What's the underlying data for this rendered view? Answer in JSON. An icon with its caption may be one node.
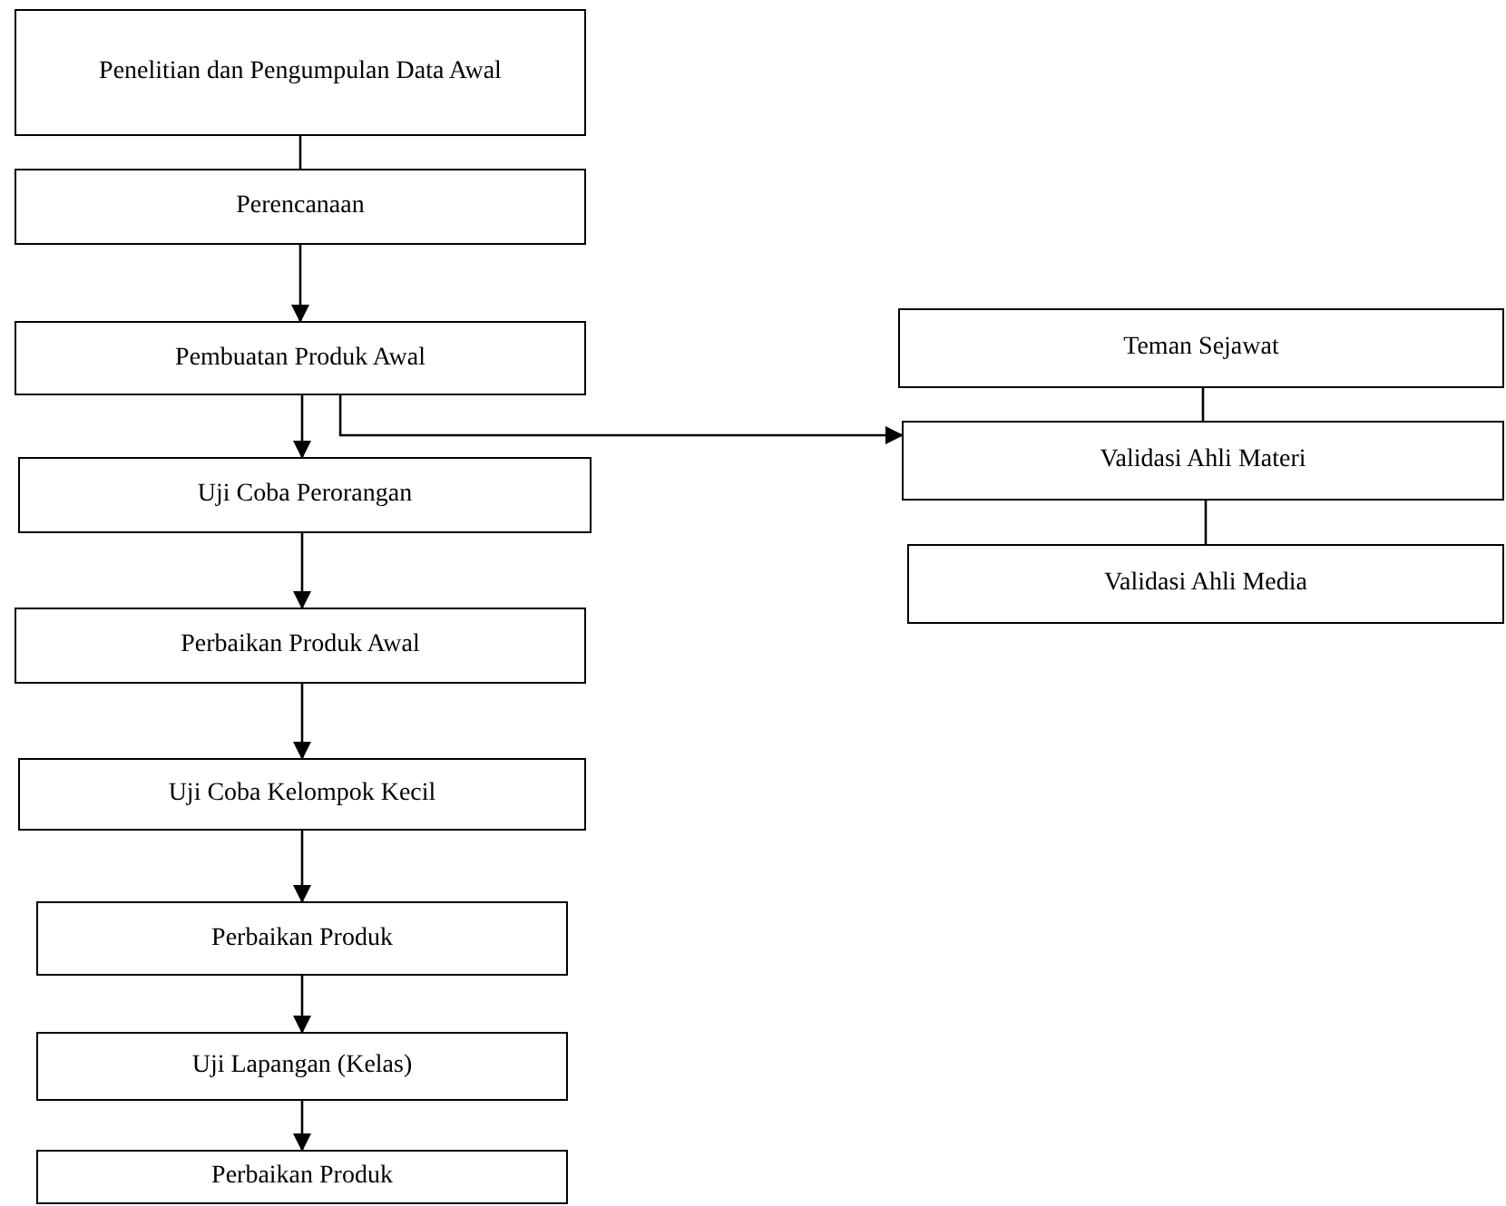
{
  "diagram": {
    "nodes": [
      {
        "text": [
          "Penelitian dan Pengumpulan Data Awal"
        ]
      },
      {
        "text": [
          "Perencanaan"
        ]
      },
      {
        "text": [
          "Pembuatan Produk Awal"
        ]
      },
      {
        "text": [
          "Uji Coba Perorangan"
        ]
      },
      {
        "text": [
          "Perbaikan Produk Awal"
        ]
      },
      {
        "text": [
          "Uji Coba Kelompok Kecil"
        ]
      },
      {
        "text": [
          "Perbaikan Produk"
        ]
      },
      {
        "text": [
          "Uji Lapangan (Kelas)"
        ]
      },
      {
        "text": [
          "Perbaikan Produk"
        ]
      },
      {
        "text": [
          "Teman Sejawat"
        ]
      },
      {
        "text": [
          "Validasi Ahli Materi"
        ]
      },
      {
        "text": [
          "Validasi Ahli Media"
        ]
      }
    ],
    "edges": [
      {
        "from": 0,
        "to": 1,
        "arrow": "none"
      },
      {
        "from": 1,
        "to": 2,
        "arrow": "to"
      },
      {
        "from": 2,
        "to": 3,
        "arrow": "to"
      },
      {
        "from": 3,
        "to": 4,
        "arrow": "to"
      },
      {
        "from": 4,
        "to": 5,
        "arrow": "to"
      },
      {
        "from": 5,
        "to": 6,
        "arrow": "to"
      },
      {
        "from": 6,
        "to": 7,
        "arrow": "to"
      },
      {
        "from": 7,
        "to": 8,
        "arrow": "to"
      },
      {
        "from": 2,
        "to": 10,
        "arrow": "to"
      },
      {
        "from": 9,
        "to": 10,
        "arrow": "none"
      },
      {
        "from": 10,
        "to": 11,
        "arrow": "none"
      }
    ]
  }
}
